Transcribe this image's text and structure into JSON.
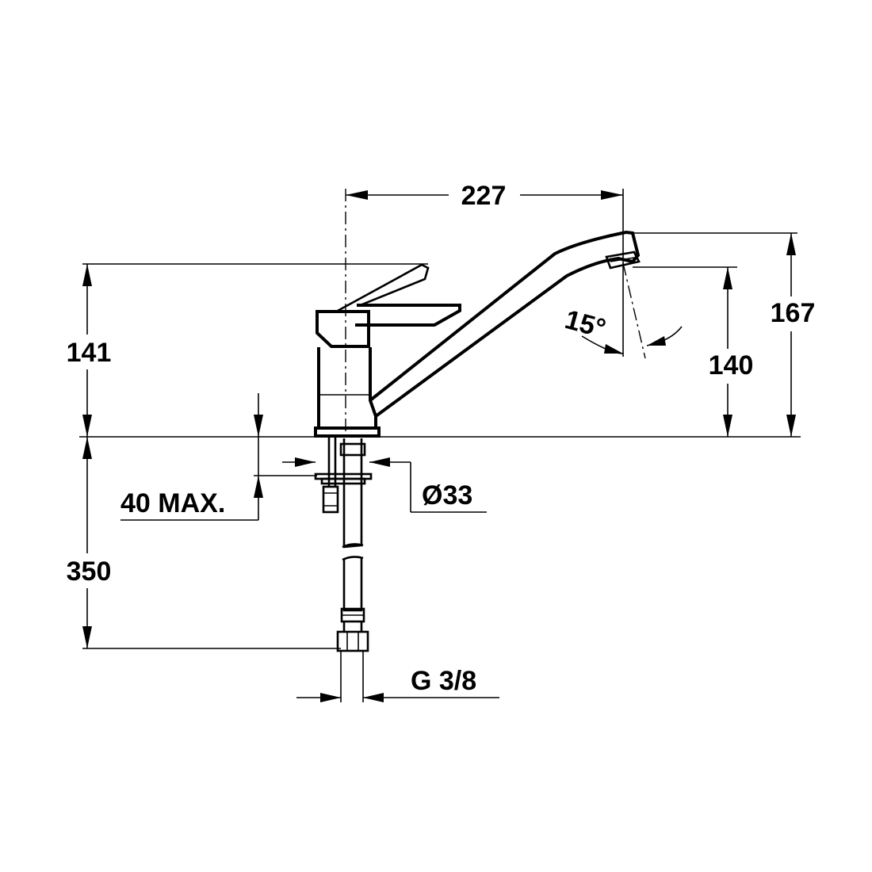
{
  "dimensions": {
    "width_top": "227",
    "height_left": "141",
    "height_right_outer": "167",
    "height_right_inner": "140",
    "angle": "15°",
    "hose_length": "350",
    "deck_thickness": "40 MAX.",
    "hole_diameter": "Ø33",
    "thread": "G 3/8"
  },
  "colors": {
    "line": "#000000",
    "background": "#ffffff"
  }
}
